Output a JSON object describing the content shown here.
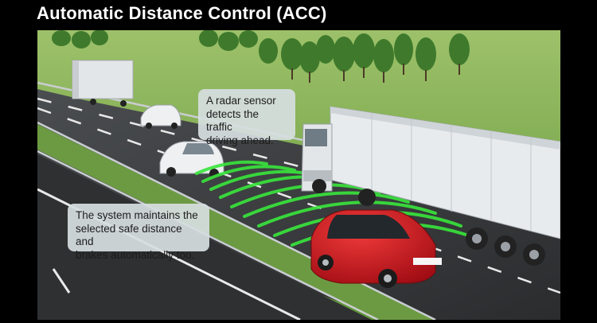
{
  "header": {
    "title": "Automatic Distance Control (ACC)"
  },
  "callouts": [
    {
      "text": "A radar sensor\ndetects the traffic\ndriving ahead."
    },
    {
      "text": "The system maintains the\nselected safe distance and\nbrakes automatically too."
    }
  ],
  "colors": {
    "background": "#000000",
    "title": "#ffffff",
    "grass": "#7aa84a",
    "road": "#3a3a3a",
    "radar_waves": "#39e63c",
    "red_car": "#d11a22"
  }
}
